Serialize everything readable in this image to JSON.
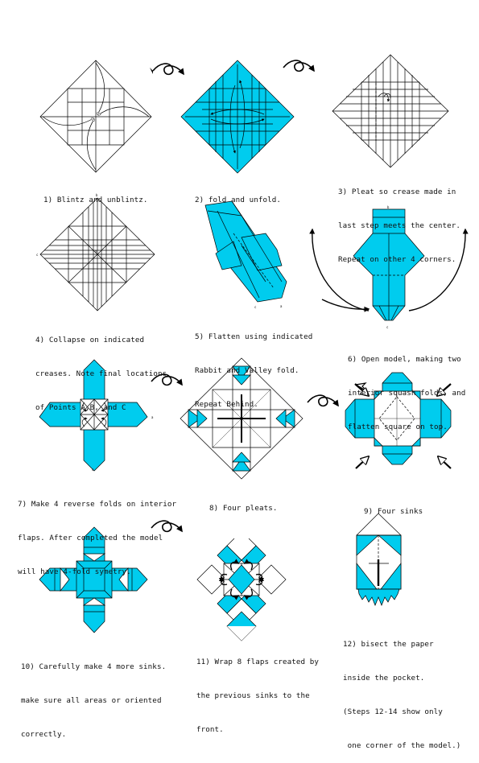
{
  "steps": [
    {
      "lines": [
        "1) Blintz and unblintz."
      ]
    },
    {
      "lines": [
        "2) fold and unfold."
      ]
    },
    {
      "lines": [
        "3) Pleat so crease made in",
        "last step meets the center.",
        "Repeat on other 4 corners."
      ]
    },
    {
      "lines": [
        "4) Collapse on indicated",
        "creases. Note final locations",
        "of Points A,B, and C"
      ]
    },
    {
      "lines": [
        "5) Flatten using indicated",
        "Rabbit and Valley fold.",
        "Repeat Behind."
      ]
    },
    {
      "lines": [
        "6) Open model, making two",
        "interior squash folds, and",
        "flatten square on top."
      ]
    },
    {
      "lines": [
        "7) Make 4 reverse folds on interior",
        "flaps. After completed the model",
        "will have 4-fold symetry."
      ]
    },
    {
      "lines": [
        "8) Four pleats."
      ]
    },
    {
      "lines": [
        "9) Four sinks"
      ]
    },
    {
      "lines": [
        "10) Carefully make 4 more sinks.",
        "make sure all areas or oriented",
        "correctly."
      ]
    },
    {
      "lines": [
        "11) Wrap 8 flaps created by",
        "the previous sinks to the",
        "front."
      ]
    },
    {
      "lines": [
        "12) bisect the paper",
        "inside the pocket.",
        "(Steps 12-14 show only",
        " one corner of the model.)"
      ]
    }
  ],
  "point_labels": {
    "a": "a",
    "b": "b",
    "c": "c"
  },
  "colors": {
    "paper_color": "#00CCEE",
    "paper_white": "#FFFFFF",
    "line": "#000000"
  },
  "icons": [
    "turn-over-icon",
    "valley-fold-arrow-icon",
    "sink-arrow-icon",
    "open-arrow-icon"
  ]
}
